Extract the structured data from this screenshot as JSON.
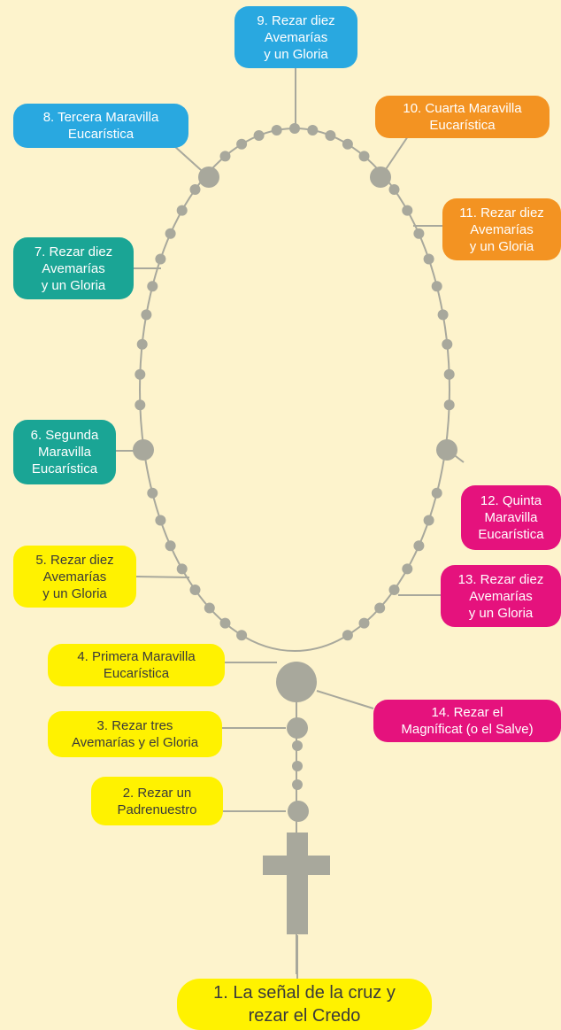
{
  "colors": {
    "background": "#fdf3cc",
    "beads": "#a8a89c",
    "lines": "#a8a89c",
    "blue": "#29a8e0",
    "orange": "#f39322",
    "teal": "#1aa595",
    "magenta": "#e5127d",
    "yellow": "#fff200"
  },
  "steps": {
    "s1": "1. La señal de la cruz y\nrezar el Credo",
    "s2": "2. Rezar un\nPadrenuestro",
    "s3": "3. Rezar tres\nAvemarías y el Gloria",
    "s4": "4. Primera Maravilla\nEucarística",
    "s5": "5. Rezar diez\nAvemarías\ny un Gloria",
    "s6": "6. Segunda\nMaravilla\nEucarística",
    "s7": "7. Rezar diez\nAvemarías\ny un Gloria",
    "s8": "8. Tercera Maravilla\nEucarística",
    "s9": "9. Rezar diez\nAvemarías\ny un Gloria",
    "s10": "10. Cuarta Maravilla\nEucarística",
    "s11": "11. Rezar diez\nAvemarías\ny un Gloria",
    "s12": "12. Quinta\nMaravilla\nEucarística",
    "s13": "13. Rezar diez\nAvemarías\ny un Gloria",
    "s14": "14. Rezar el\nMagníficat (o el Salve)"
  }
}
